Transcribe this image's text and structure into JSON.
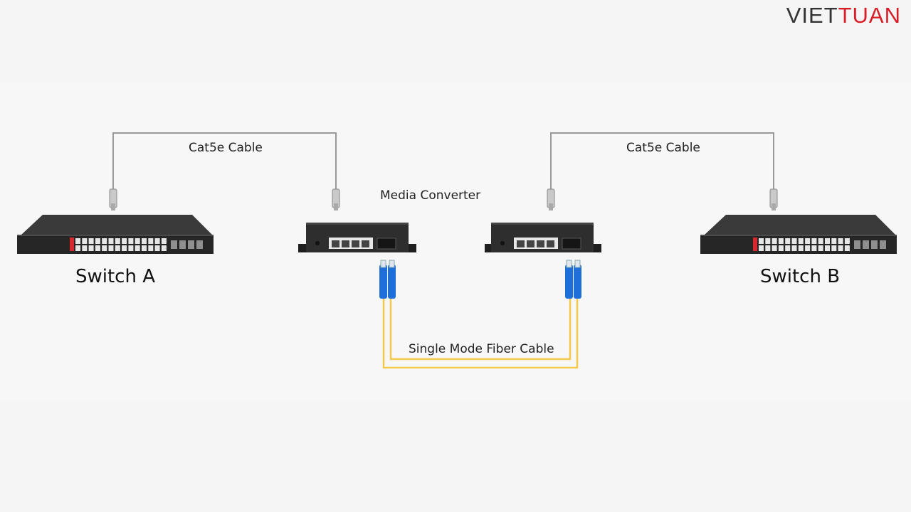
{
  "brand": {
    "logo_part1": "VIET",
    "logo_part2": "TUAN"
  },
  "labels": {
    "cable_left": "Cat5e Cable",
    "cable_right": "Cat5e Cable",
    "converter": "Media Converter",
    "fiber": "Single Mode Fiber Cable",
    "switch_a": "Switch A",
    "switch_b": "Switch B"
  },
  "colors": {
    "copper_cable": "#9a9a9a",
    "fiber_cable": "#f2c94c",
    "fiber_connector": "#1e6fd9",
    "device_body": "#2b2b2b",
    "poe_port": "#d7282f",
    "brand_red": "#d71e28"
  }
}
